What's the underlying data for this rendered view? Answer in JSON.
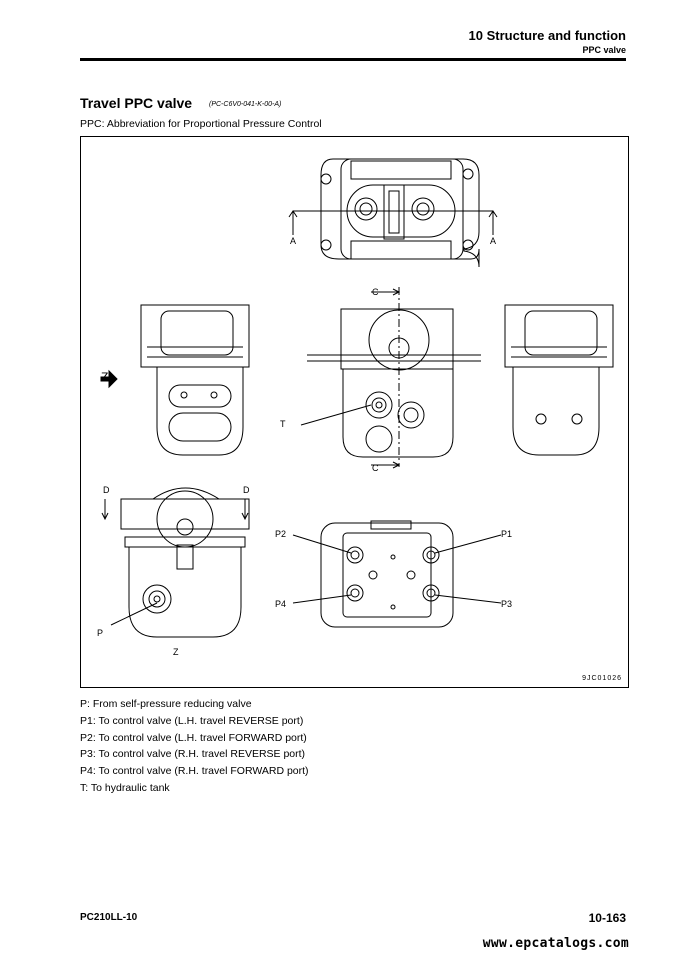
{
  "header": {
    "chapter": "10 Structure and function",
    "section": "PPC valve"
  },
  "section": {
    "title": "Travel PPC valve",
    "code": "(PC-C6V0-041-K-00-A)",
    "note": "PPC: Abbreviation for Proportional Pressure Control"
  },
  "figure": {
    "code": "9JC01026",
    "labels": {
      "a": "A",
      "c": "C",
      "d": "D",
      "t": "T",
      "p": "P",
      "p1": "P1",
      "p2": "P2",
      "p3": "P3",
      "p4": "P4",
      "z_arrow": "Z",
      "z_caption": "Z"
    }
  },
  "legend": [
    "P: From self-pressure reducing valve",
    "P1: To control valve (L.H. travel REVERSE port)",
    "P2: To control valve (L.H. travel FORWARD port)",
    "P3: To control valve (R.H. travel REVERSE port)",
    "P4: To control valve (R.H. travel FORWARD port)",
    "T: To hydraulic tank"
  ],
  "footer": {
    "model": "PC210LL-10",
    "page": "10-163",
    "watermark": "www.epcatalogs.com"
  }
}
